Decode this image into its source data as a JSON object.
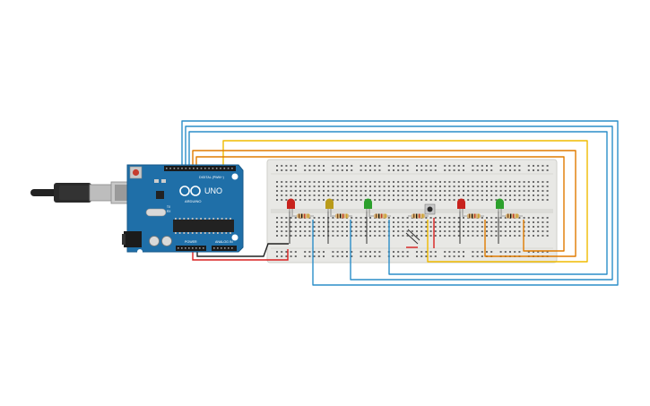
{
  "arduino": {
    "brand": "ARDUINO",
    "model": "UNO",
    "header_digital": "DIGITAL (PWM~)",
    "header_power": "POWER",
    "header_analog": "ANALOG IN",
    "tx_label": "TX",
    "rx_label": "RX"
  },
  "colors": {
    "board": "#1f6fa8",
    "board_edge": "#175a8a",
    "breadboard": "#e9e9e6",
    "wire_blue": "#2b8ec9",
    "wire_orange": "#e07b00",
    "wire_yellow": "#f0bb00",
    "wire_red": "#d92020",
    "wire_black": "#222222",
    "led_red": "#c8221d",
    "led_yellow": "#b99b1a",
    "led_green": "#2ca02c"
  },
  "components": {
    "leds": [
      "led-red-1",
      "led-yellow",
      "led-green-1",
      "led-red-2",
      "led-green-2"
    ],
    "resistor_count": 6,
    "pushbutton": "pushbutton"
  }
}
